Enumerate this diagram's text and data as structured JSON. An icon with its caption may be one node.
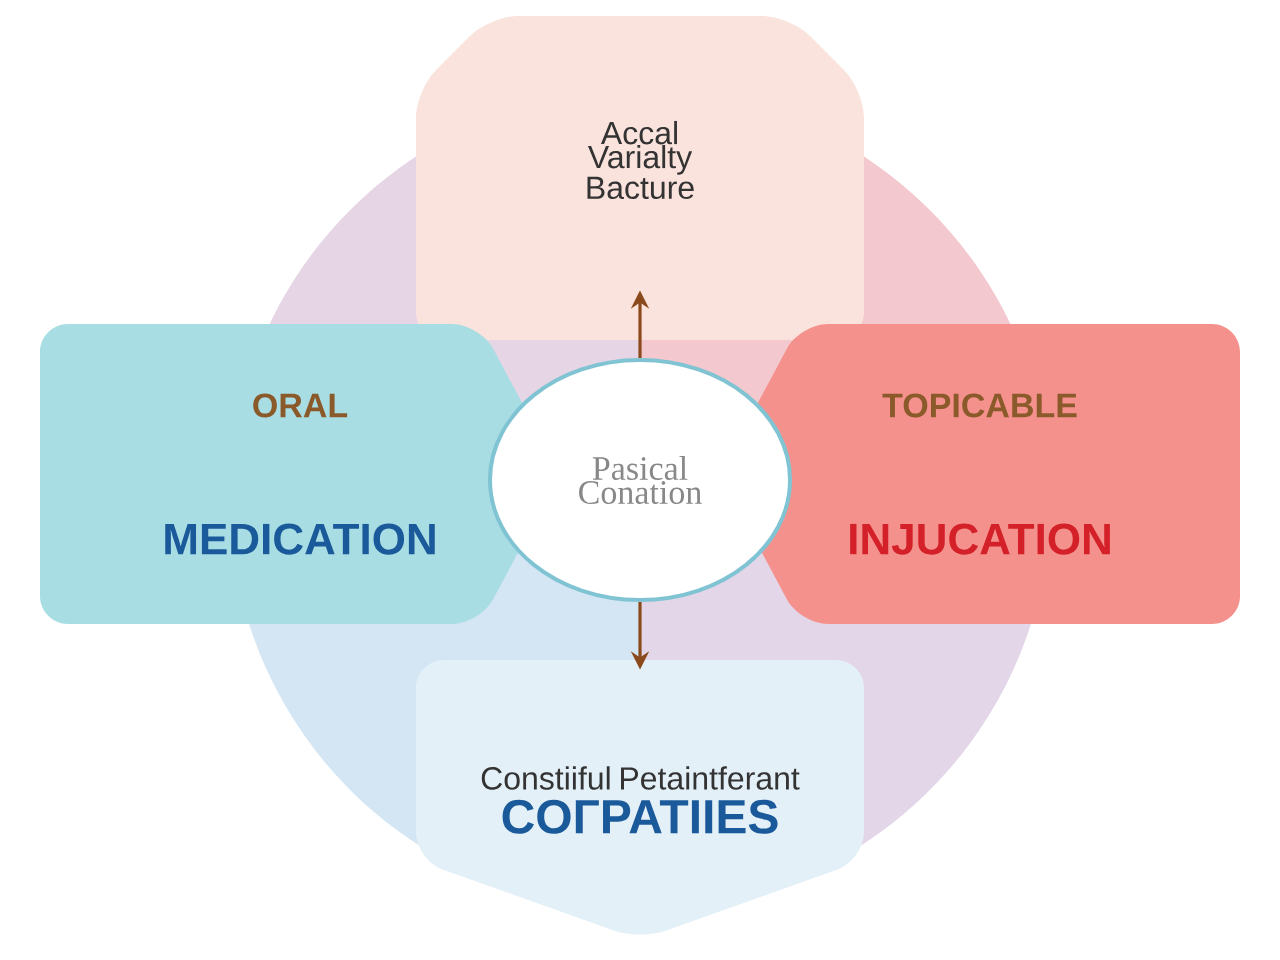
{
  "diagram": {
    "nodes": [
      {
        "text": [
          "Accal Varialty Bacture"
        ]
      },
      {
        "text": [
          "ORAL",
          "MEDICATION"
        ]
      },
      {
        "text": [
          "Pasical Conation"
        ]
      },
      {
        "text": [
          "TOPICABLE",
          "INJUCATION"
        ]
      },
      {
        "text": [
          "Constiiful Petaintferant",
          "COГPATIIES"
        ]
      }
    ],
    "edges": [
      {
        "from": 2,
        "to": 0,
        "arrow": "to"
      },
      {
        "from": 2,
        "to": 4,
        "arrow": "to"
      }
    ]
  }
}
